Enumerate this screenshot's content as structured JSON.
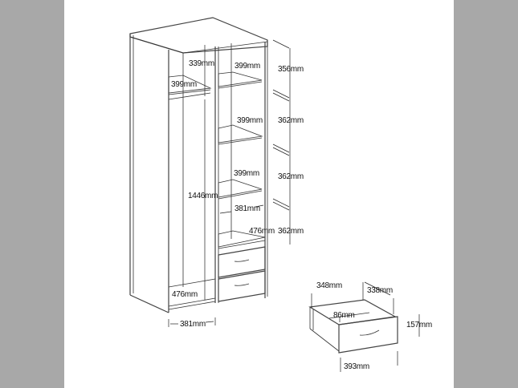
{
  "diagram": {
    "subject": "Two-door wardrobe assembly dimensions with drawer detail",
    "background_color": "#ffffff",
    "side_bar_color": "#a8a8a8",
    "line_color": "#333333",
    "wardrobe_labels": {
      "top_compartment_height": "339mm",
      "hanging_rail_shelf_width": "399mm",
      "shelf_depth_1": "399mm",
      "shelf_depth_2": "399mm",
      "shelf_depth_3": "399mm",
      "hanging_height": "1446mm",
      "right_inner_width": "381mm",
      "right_lower_depth": "476mm",
      "left_bottom_depth": "476mm",
      "left_inner_width": "381mm",
      "right_shelf_spacing_1": "356mm",
      "right_shelf_spacing_2": "362mm",
      "right_shelf_spacing_3": "362mm",
      "right_shelf_spacing_4": "362mm"
    },
    "drawer_labels": {
      "inner_width": "348mm",
      "depth": "338mm",
      "inner_height": "86mm",
      "front_height": "157mm",
      "front_width": "393mm"
    }
  }
}
